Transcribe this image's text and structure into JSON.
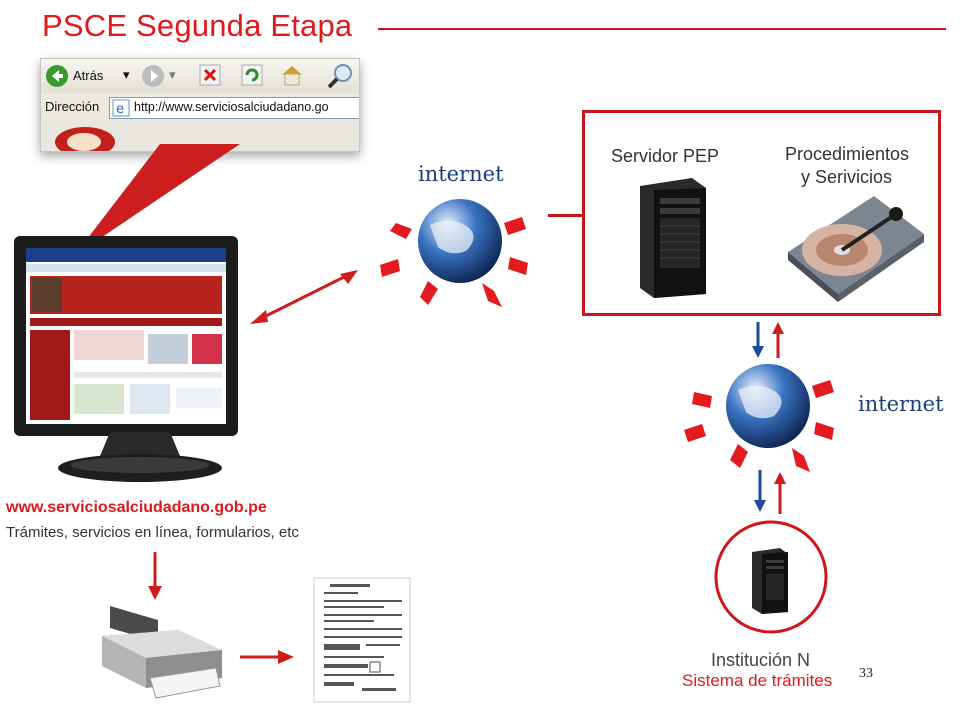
{
  "title": "PSCE Segunda Etapa",
  "browser": {
    "back_label": "Atrás",
    "address_label": "Dirección",
    "address_value": "http://www.serviciosalciudadano.go"
  },
  "portal": {
    "url": "www.serviciosalciudadano.gob.pe",
    "caption": "Trámites, servicios en línea, formularios, etc"
  },
  "internet_labels": [
    "internet",
    "internet"
  ],
  "server_box": {
    "server_label": "Servidor PEP",
    "procedures_label_line1": "Procedimientos",
    "procedures_label_line2": "y Serivicios"
  },
  "institution": {
    "name": "Institución N",
    "system": "Sistema de trámites"
  },
  "page_number": "33",
  "colors": {
    "accent_red": "#e0191d",
    "dark_blue": "#1a3f7a",
    "arrow_blue": "#1c4a9c"
  }
}
